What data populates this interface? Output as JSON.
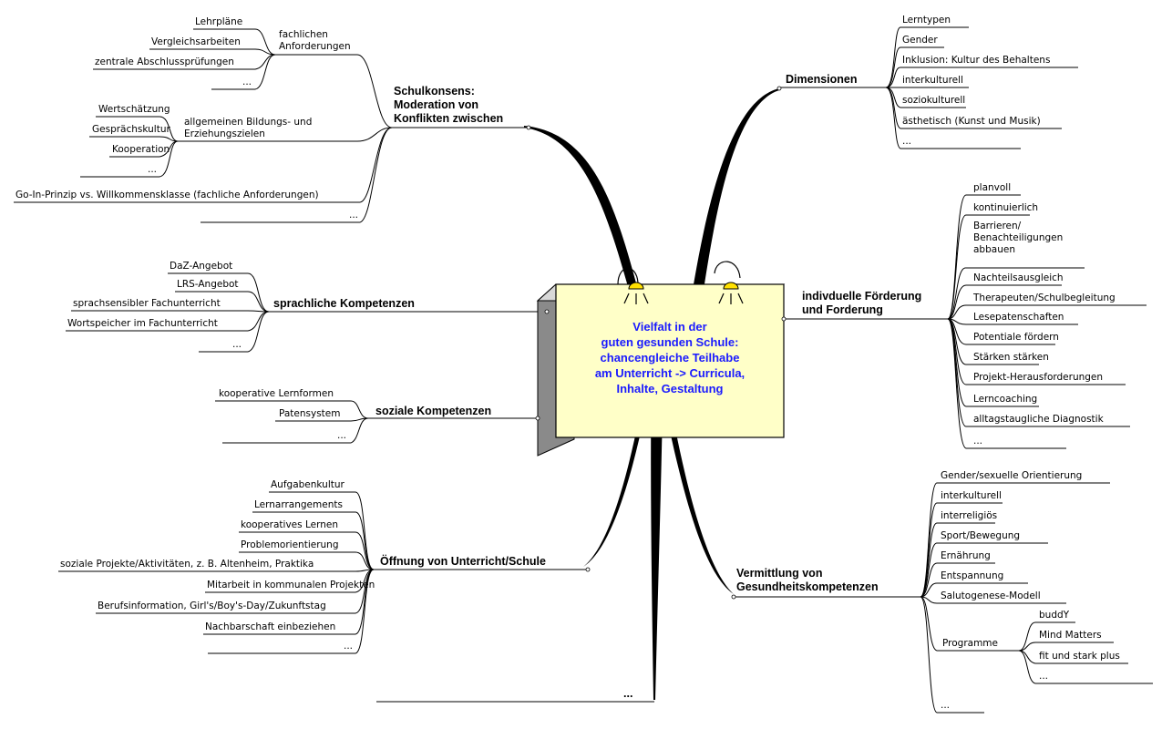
{
  "center": {
    "lines": [
      "Vielfalt in der",
      "guten gesunden Schule:",
      "chancengleiche Teilhabe",
      "am Unterricht -> Curricula,",
      "Inhalte, Gestaltung"
    ]
  },
  "schulkonsens": {
    "title": [
      "Schulkonsens:",
      "Moderation von",
      "Konflikten zwischen"
    ],
    "fachlich": {
      "label": [
        "fachlichen",
        "Anforderungen"
      ],
      "items": [
        "Lehrpläne",
        "Vergleichsarbeiten",
        "zentrale Abschlussprüfungen",
        "..."
      ]
    },
    "allgemein": {
      "label": [
        "allgemeinen Bildungs- und",
        "Erziehungszielen"
      ],
      "items": [
        "Wertschätzung",
        "Gesprächskultur",
        "Kooperation",
        "..."
      ]
    },
    "goin": "Go-In-Prinzip vs. Willkommensklasse (fachliche Anforderungen)",
    "more": "..."
  },
  "sprachlich": {
    "title": "sprachliche Kompetenzen",
    "items": [
      "DaZ-Angebot",
      "LRS-Angebot",
      "sprachsensibler Fachunterricht",
      "Wortspeicher im Fachunterricht",
      "..."
    ]
  },
  "sozial": {
    "title": "soziale Kompetenzen",
    "items": [
      "kooperative Lernformen",
      "Patensystem",
      "..."
    ]
  },
  "oeffnung": {
    "title": "Öffnung von Unterricht/Schule",
    "items": [
      "Aufgabenkultur",
      "Lernarrangements",
      "kooperatives Lernen",
      "Problemorientierung",
      "soziale Projekte/Aktivitäten, z. B. Altenheim, Praktika",
      "Mitarbeit in kommunalen Projekten",
      "Berufsinformation, Girl's/Boy's-Day/Zukunftstag",
      "Nachbarschaft einbeziehen",
      "..."
    ]
  },
  "bottom_more": "...",
  "dimensionen": {
    "title": "Dimensionen",
    "items": [
      "Lerntypen",
      "Gender",
      "Inklusion: Kultur des Behaltens",
      "interkulturell",
      "soziokulturell",
      "ästhetisch (Kunst und Musik)",
      "..."
    ]
  },
  "foerderung": {
    "title": [
      "indivduelle Förderung",
      "und Forderung"
    ],
    "items": [
      "planvoll",
      "kontinuierlich",
      "Barrieren/",
      "Benachteiligungen",
      "abbauen",
      "Nachteilsausgleich",
      "Therapeuten/Schulbegleitung",
      "Lesepatenschaften",
      "Potentiale fördern",
      "Stärken stärken",
      "Projekt-Herausforderungen",
      "Lerncoaching",
      "alltagstaugliche Diagnostik",
      "..."
    ]
  },
  "gesundheit": {
    "title": [
      "Vermittlung von",
      "Gesundheitskompetenzen"
    ],
    "items": [
      "Gender/sexuelle Orientierung",
      "interkulturell",
      "interreligiös",
      "Sport/Bewegung",
      "Ernährung",
      "Entspannung",
      "Salutogenese-Modell"
    ],
    "programme": {
      "label": "Programme",
      "items": [
        "buddY",
        "Mind Matters",
        "fit und stark plus",
        "..."
      ]
    },
    "more": "..."
  }
}
